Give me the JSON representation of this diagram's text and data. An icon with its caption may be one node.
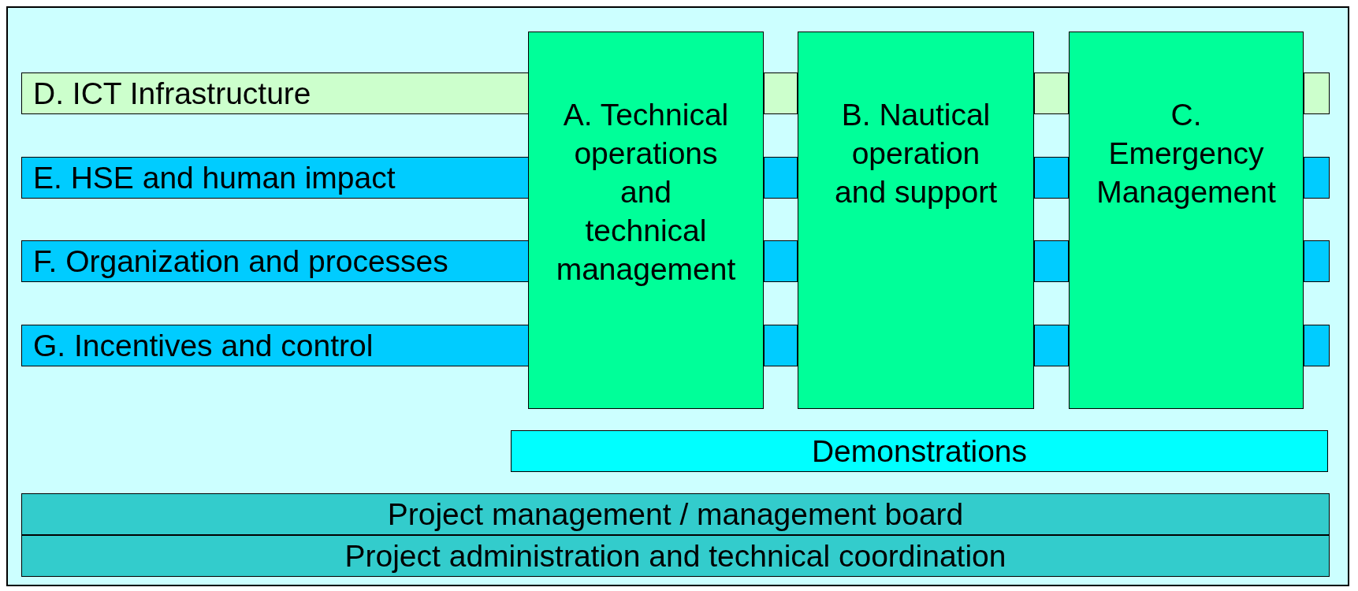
{
  "diagram": {
    "nodes": [
      {
        "text": [
          "A. Technical operations and technical management"
        ]
      },
      {
        "text": [
          "B. Nautical operation and support"
        ]
      },
      {
        "text": [
          "C. Emergency Management"
        ]
      },
      {
        "text": [
          "D. ICT Infrastructure"
        ]
      },
      {
        "text": [
          "E. HSE and human impact"
        ]
      },
      {
        "text": [
          "F. Organization and processes"
        ]
      },
      {
        "text": [
          "G. Incentives and control"
        ]
      },
      {
        "text": [
          "Demonstrations"
        ]
      },
      {
        "text": [
          "Project management / management board"
        ]
      },
      {
        "text": [
          "Project administration and technical coordination"
        ]
      }
    ]
  }
}
